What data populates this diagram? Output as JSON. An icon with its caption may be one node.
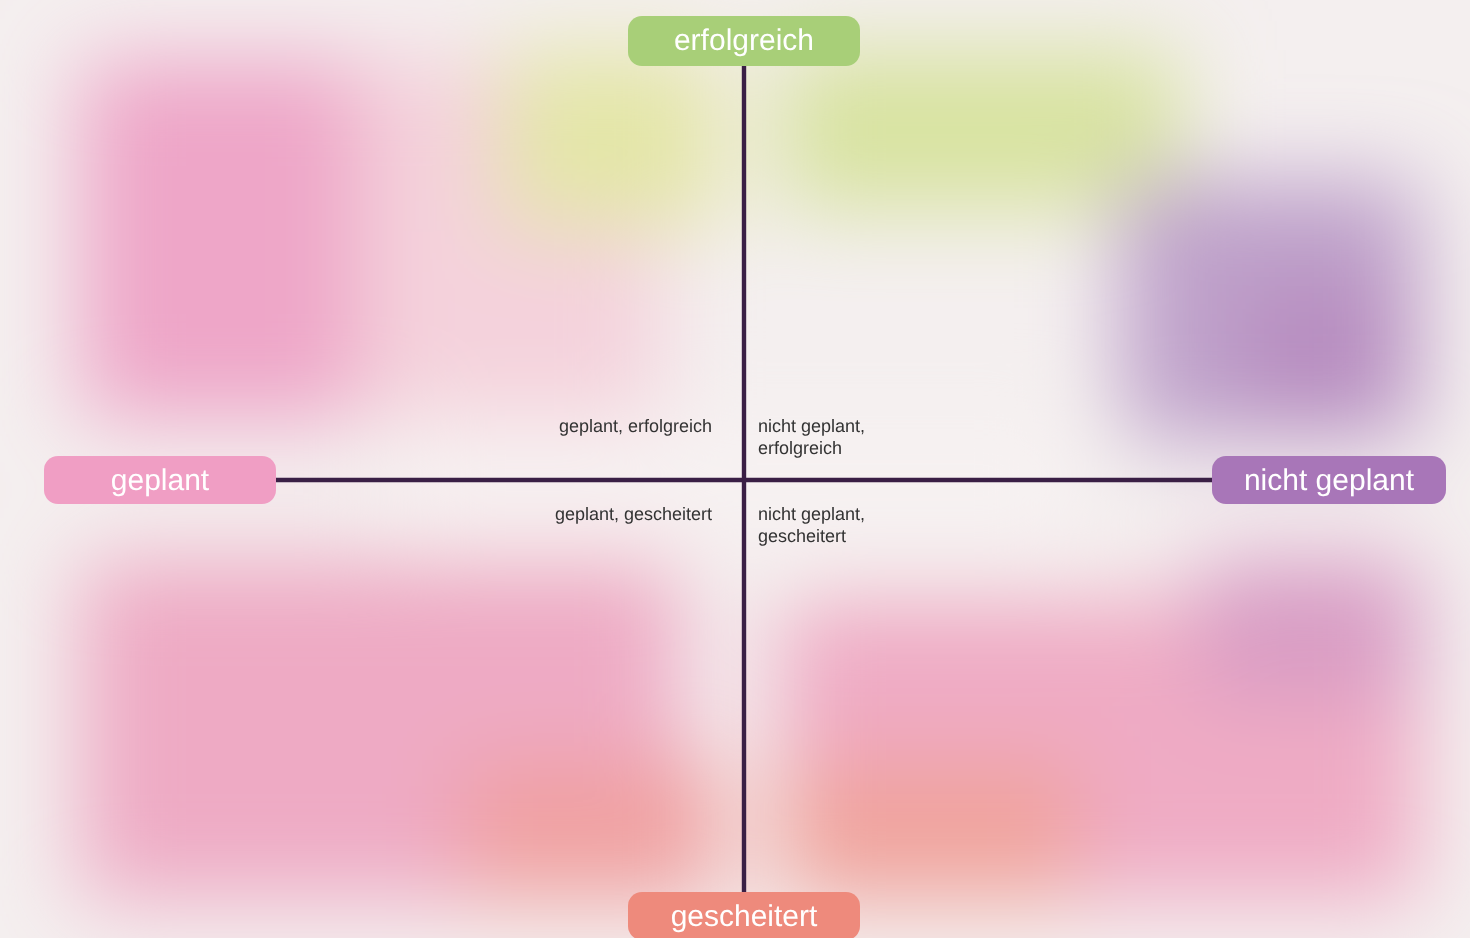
{
  "diagram": {
    "nodes": [
      {
        "text": [
          "erfolgreich"
        ]
      },
      {
        "text": [
          "geplant"
        ]
      },
      {
        "text": [
          "nicht geplant"
        ]
      },
      {
        "text": [
          "gescheitert"
        ]
      }
    ],
    "edges": [
      {
        "from": 1,
        "to": 2,
        "arrow": "none"
      },
      {
        "from": 0,
        "to": 3,
        "arrow": "none"
      }
    ],
    "labels": [
      "geplant, erfolgreich",
      "nicht geplant, erfolgreich",
      "geplant, gescheitert",
      "nicht geplant, gescheitert"
    ]
  }
}
